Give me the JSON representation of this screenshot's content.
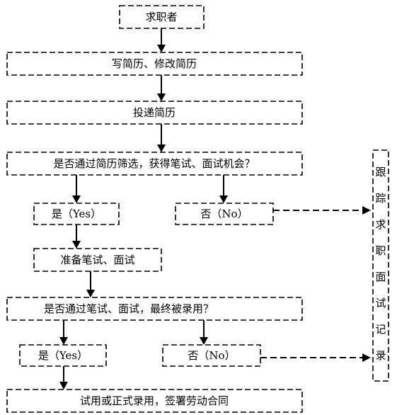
{
  "nodes": {
    "applicant": "求职者",
    "write_resume": "写简历、修改简历",
    "submit_resume": "投递简历",
    "pass_screening_q": "是否通过简历筛选，获得笔试、面试机会？",
    "yes1": "是（Yes）",
    "no1": "否（No）",
    "prepare_tests": "准备笔试、面试",
    "hired_q": "是否通过笔试、面试，最终被录用？",
    "yes2": "是（Yes）",
    "no2": "否（No）",
    "final_hire": "试用或正式录用，签署劳动合同",
    "track_record": [
      "跟",
      "踪",
      "求",
      "职",
      "面",
      "试",
      "记",
      "录"
    ]
  }
}
